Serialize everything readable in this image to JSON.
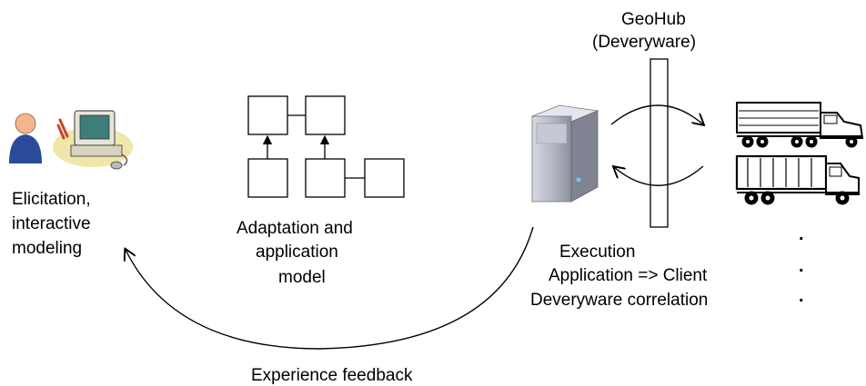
{
  "labels": {
    "geohub_line1": "GeoHub",
    "geohub_line2": "(Deveryware)",
    "elicitation_line1": "Elicitation,",
    "elicitation_line2": "interactive",
    "elicitation_line3": "modeling",
    "adaptation_line1": "Adaptation and",
    "adaptation_line2": "application",
    "adaptation_line3": "model",
    "execution_line1": "Execution",
    "execution_line2": "Application => Client",
    "execution_line3": "Deveryware correlation",
    "feedback": "Experience feedback",
    "dot": "."
  },
  "icons": {
    "person": "person-icon",
    "computer": "desktop-computer-icon",
    "server": "server-tower-icon",
    "truck1": "semi-truck-icon",
    "truck2": "dump-truck-icon"
  },
  "colors": {
    "person_body": "#2b4c9a",
    "person_head": "#f2b58e",
    "server_body": "#b8bcc8"
  }
}
